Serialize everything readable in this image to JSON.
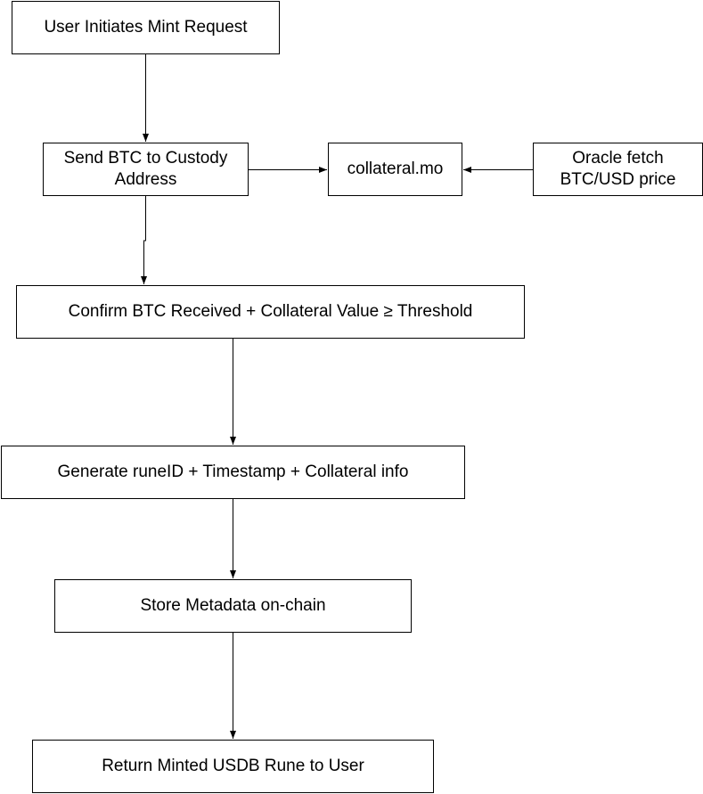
{
  "diagram": {
    "nodes": [
      {
        "id": "n1",
        "label": "User Initiates Mint Request"
      },
      {
        "id": "n2",
        "label": "Send BTC to Custody\nAddress"
      },
      {
        "id": "n3",
        "label": "collateral.mo"
      },
      {
        "id": "n4",
        "label": "Oracle fetch\nBTC/USD price"
      },
      {
        "id": "n5",
        "label": "Confirm BTC Received + Collateral Value ≥ Threshold"
      },
      {
        "id": "n6",
        "label": "Generate runeID + Timestamp + Collateral info"
      },
      {
        "id": "n7",
        "label": "Store Metadata on-chain"
      },
      {
        "id": "n8",
        "label": "Return Minted USDB Rune to User"
      }
    ],
    "edges": [
      {
        "from": "n1",
        "to": "n2"
      },
      {
        "from": "n2",
        "to": "n3"
      },
      {
        "from": "n4",
        "to": "n3"
      },
      {
        "from": "n2",
        "to": "n5"
      },
      {
        "from": "n5",
        "to": "n6"
      },
      {
        "from": "n6",
        "to": "n7"
      },
      {
        "from": "n7",
        "to": "n8"
      }
    ],
    "colors": {
      "stroke": "#000000",
      "fill": "#ffffff",
      "text": "#000000"
    }
  }
}
